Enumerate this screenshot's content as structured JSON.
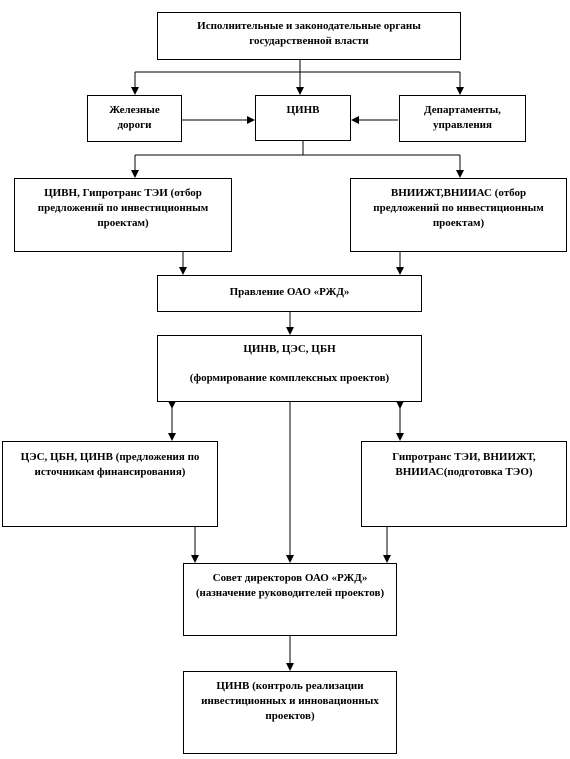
{
  "diagram": {
    "boxes": {
      "top": "Исполнительные и законодательные органы государственной власти",
      "railways": "Железные дороги",
      "cinv": "ЦИНВ",
      "departments": "Департаменты, управления",
      "cinv_giprotrans": "ЦИВН, Гипротранс ТЭИ (отбор предложений по инвестиционным проектам)",
      "vniizht_vniias": "ВНИИЖТ,ВНИИАС (отбор предложений по инвестиционным проектам)",
      "board": "Правление ОАО «РЖД»",
      "complex_title": "ЦИНВ, ЦЭС, ЦБН",
      "complex_sub": "(формирование комплексных проектов)",
      "financing": "ЦЭС, ЦБН, ЦИНВ (предложения по источникам финансирования)",
      "feasibility": "Гипротранс ТЭИ, ВНИИЖТ, ВНИИАС(подготовка ТЭО)",
      "directors": "Совет директоров ОАО «РЖД» (назначение руководителей проектов)",
      "control": "ЦИНВ (контроль реализации инвестиционных и инновационных проектов)"
    }
  }
}
